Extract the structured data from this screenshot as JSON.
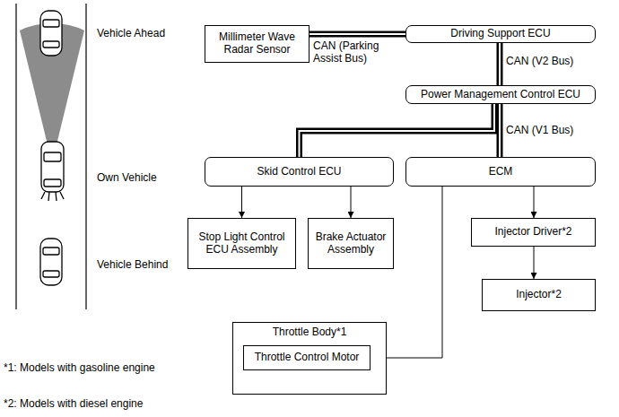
{
  "diagram": {
    "nodes": [
      {
        "text": [
          "Millimeter Wave Radar Sensor"
        ]
      },
      {
        "text": [
          "Driving Support ECU"
        ]
      },
      {
        "text": [
          "Power Management Control ECU"
        ]
      },
      {
        "text": [
          "Skid Control ECU"
        ]
      },
      {
        "text": [
          "ECM"
        ]
      },
      {
        "text": [
          "Stop Light Control ECU Assembly"
        ]
      },
      {
        "text": [
          "Brake Actuator Assembly"
        ]
      },
      {
        "text": [
          "Injector Driver*2"
        ]
      },
      {
        "text": [
          "Injector*2"
        ]
      },
      {
        "text": [
          "Throttle Body*1"
        ]
      },
      {
        "text": [
          "Throttle Control Motor"
        ],
        "in": 9
      }
    ],
    "edges": [
      {
        "from": 0,
        "to": 1,
        "arrow": "none",
        "label": "CAN (Parking Assist Bus)"
      },
      {
        "from": 1,
        "to": 2,
        "arrow": "none",
        "label": "CAN (V2 Bus)"
      },
      {
        "from": 2,
        "to": 3,
        "arrow": "none"
      },
      {
        "from": 2,
        "to": 4,
        "arrow": "none",
        "label": "CAN (V1 Bus)"
      },
      {
        "from": 3,
        "to": 5,
        "arrow": "to"
      },
      {
        "from": 3,
        "to": 6,
        "arrow": "to"
      },
      {
        "from": 4,
        "to": 10,
        "arrow": "to"
      },
      {
        "from": 4,
        "to": 7,
        "arrow": "to"
      },
      {
        "from": 7,
        "to": 8,
        "arrow": "to"
      }
    ],
    "labels": [
      "Vehicle Ahead",
      "Own Vehicle",
      "Vehicle Behind",
      "*1: Models with gasoline engine",
      "*2: Models with diesel engine"
    ]
  }
}
